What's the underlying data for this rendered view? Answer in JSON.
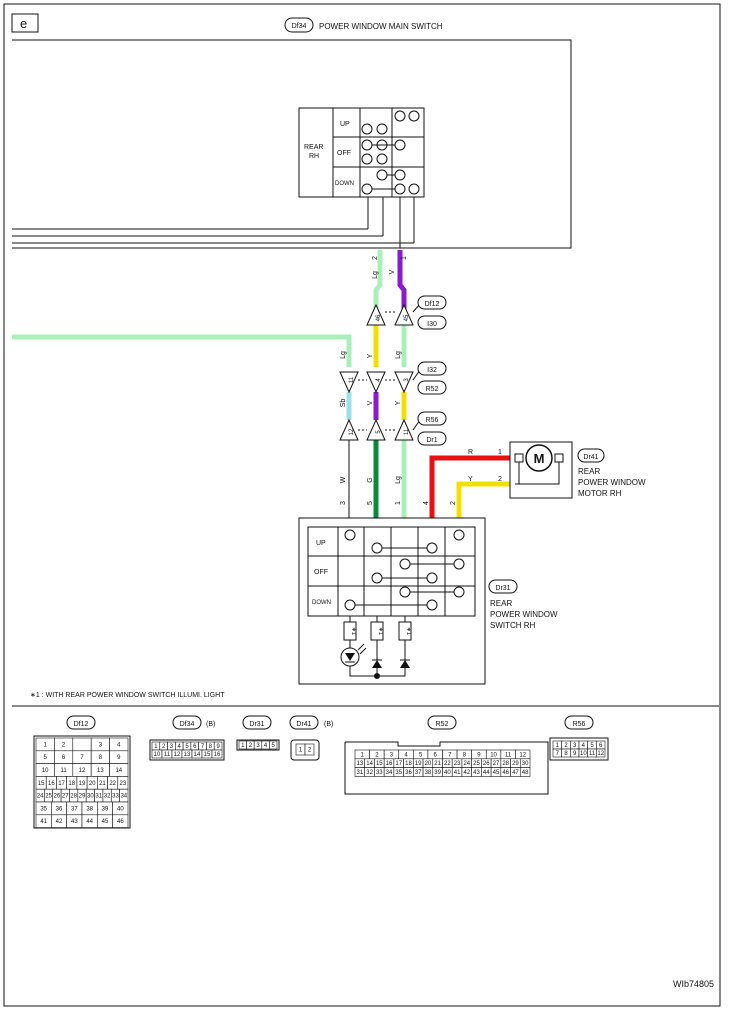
{
  "section_tag": "e",
  "main_switch": {
    "code": "Df34",
    "title": "POWER WINDOW MAIN SWITCH",
    "side_label_1": "REAR",
    "side_label_2": "RH"
  },
  "positions": {
    "up": "UP",
    "off": "OFF",
    "down": "DOWN"
  },
  "wires": {
    "main_pins": [
      "2",
      "1"
    ],
    "lg": "Lg",
    "v": "V",
    "y": "Y",
    "sb": "Sb",
    "w": "W",
    "g": "G",
    "r": "R"
  },
  "connectors": {
    "top_codes": [
      "Df12",
      "I30"
    ],
    "mid_codes": [
      "I32",
      "R52"
    ],
    "low_codes": [
      "R56",
      "Dr1"
    ],
    "top_pins": [
      "46",
      "45"
    ],
    "mid_pins": [
      "11",
      "4",
      "3"
    ],
    "low_pins": [
      "12",
      "5",
      "11"
    ]
  },
  "motor": {
    "code": "Dr41",
    "symbol": "M",
    "line1": "REAR",
    "line2": "POWER WINDOW",
    "line3": "MOTOR RH",
    "pins": [
      "1",
      "2"
    ]
  },
  "rear_switch": {
    "code": "Dr31",
    "line1": "REAR",
    "line2": "POWER WINDOW",
    "line3": "SWITCH RH",
    "pins": [
      "3",
      "5",
      "1",
      "4",
      "2"
    ],
    "star": "∗1"
  },
  "footnote": "∗1  : WITH REAR POWER WINDOW SWITCH ILLUMI. LIGHT",
  "legend": {
    "df12": {
      "code": "Df12",
      "rows": [
        [
          "1",
          "2",
          "",
          "3",
          "4"
        ],
        [
          "5",
          "6",
          "7",
          "8",
          "9"
        ],
        [
          "10",
          "11",
          "12",
          "13",
          "14"
        ],
        [
          "15",
          "16",
          "17",
          "18",
          "19",
          "20",
          "21",
          "22",
          "23"
        ],
        [
          "24",
          "25",
          "26",
          "27",
          "28",
          "29",
          "30",
          "31",
          "32",
          "33",
          "34"
        ],
        [
          "35",
          "36",
          "37",
          "38",
          "39",
          "40"
        ],
        [
          "41",
          "42",
          "43",
          "44",
          "45",
          "46"
        ]
      ]
    },
    "df34": {
      "code": "Df34",
      "suffix": "(B)",
      "rows": [
        [
          "1",
          "2",
          "3",
          "4",
          "5",
          "6",
          "7",
          "8",
          "9"
        ],
        [
          "10",
          "11",
          "12",
          "13",
          "14",
          "15",
          "16"
        ]
      ]
    },
    "dr31": {
      "code": "Dr31",
      "rows": [
        [
          "1",
          "2",
          "3",
          "4",
          "5"
        ]
      ]
    },
    "dr41": {
      "code": "Dr41",
      "suffix": "(B)",
      "rows": [
        [
          "1",
          "2"
        ]
      ]
    },
    "r52": {
      "code": "R52",
      "rows": [
        [
          "1",
          "2",
          "3",
          "4",
          "5",
          "6",
          "7",
          "8",
          "9",
          "10",
          "11",
          "12"
        ],
        [
          "13",
          "14",
          "15",
          "16",
          "17",
          "18",
          "19",
          "20",
          "21",
          "22",
          "23",
          "24",
          "25",
          "26",
          "27",
          "28",
          "29",
          "30"
        ],
        [
          "31",
          "32",
          "33",
          "34",
          "35",
          "36",
          "37",
          "38",
          "39",
          "40",
          "41",
          "42",
          "43",
          "44",
          "45",
          "46",
          "47",
          "48"
        ]
      ]
    },
    "r56": {
      "code": "R56",
      "rows": [
        [
          "1",
          "2",
          "3",
          "4",
          "5",
          "6"
        ],
        [
          "7",
          "8",
          "9",
          "10",
          "11",
          "12"
        ]
      ]
    }
  },
  "diagram_id": "WIb74805",
  "colors": {
    "lg": "#a8f0b8",
    "v": "#8a1ad0",
    "y": "#f0e000",
    "sb": "#9adfec",
    "g": "#0a8a3a",
    "r": "#e81010",
    "line": "#111111"
  }
}
